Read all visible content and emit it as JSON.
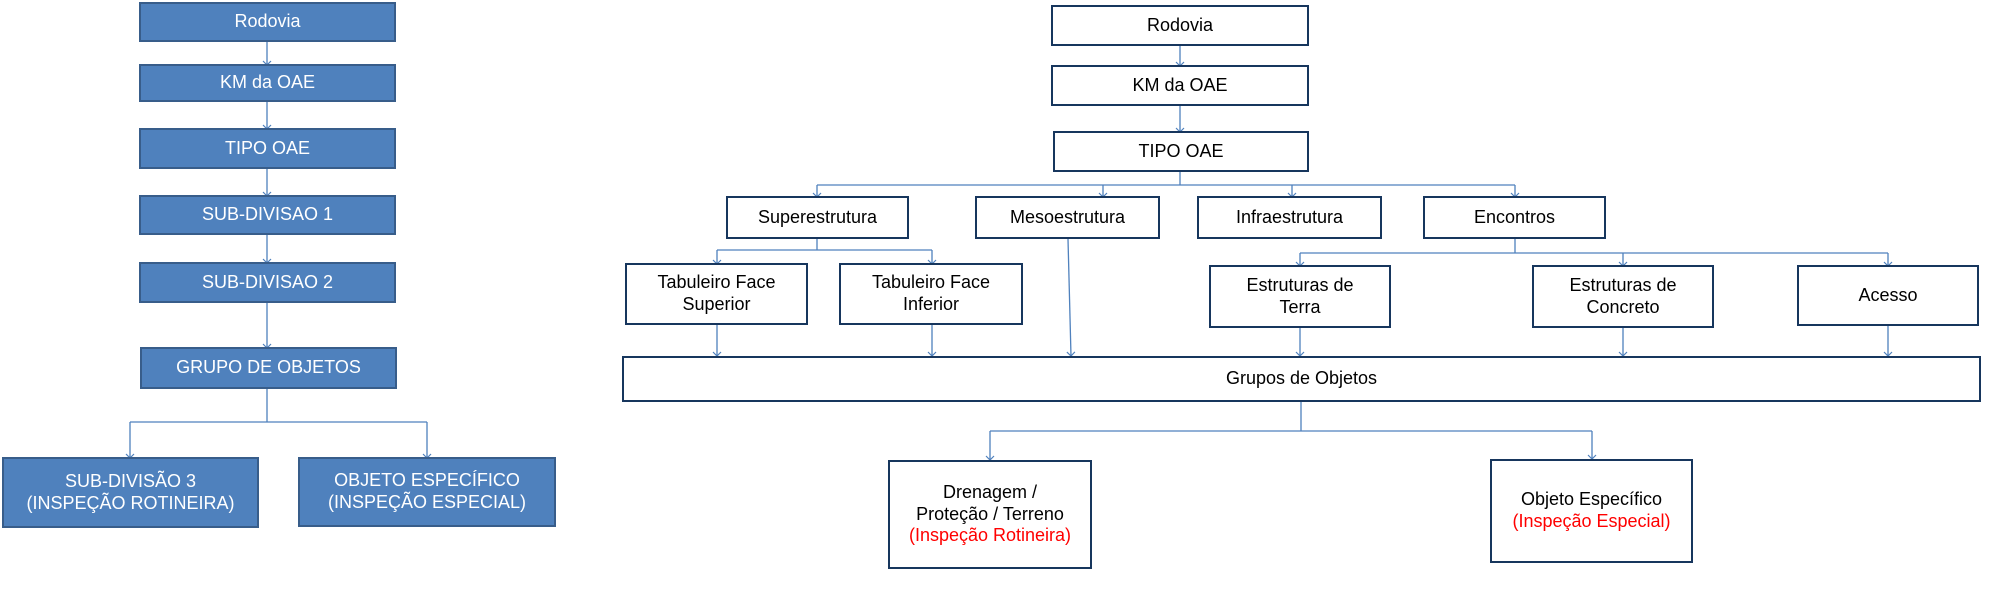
{
  "left_tree": {
    "rodovia": "Rodovia",
    "km": "KM da OAE",
    "tipo": "TIPO OAE",
    "subdiv1": "SUB-DIVISAO 1",
    "subdiv2": "SUB-DIVISAO 2",
    "grupo": "GRUPO DE OBJETOS",
    "subdiv3_line1": "SUB-DIVISÃO 3",
    "subdiv3_line2": "(INSPEÇÃO ROTINEIRA)",
    "objeto_line1": "OBJETO ESPECÍFICO",
    "objeto_line2": "(INSPEÇÃO ESPECIAL)"
  },
  "right_tree": {
    "rodovia": "Rodovia",
    "km": "KM da OAE",
    "tipo": "TIPO OAE",
    "superestrutura": "Superestrutura",
    "mesoestrutura": "Mesoestrutura",
    "infraestrutura": "Infraestrutura",
    "encontros": "Encontros",
    "tab_superior_line1": "Tabuleiro Face",
    "tab_superior_line2": "Superior",
    "tab_inferior_line1": "Tabuleiro Face",
    "tab_inferior_line2": "Inferior",
    "est_terra_line1": "Estruturas de",
    "est_terra_line2": "Terra",
    "est_concreto_line1": "Estruturas de",
    "est_concreto_line2": "Concreto",
    "acesso": "Acesso",
    "grupos": "Grupos de Objetos",
    "drenagem_line1": "Drenagem /",
    "drenagem_line2": "Proteção / Terreno",
    "drenagem_line3": "(Inspeção Rotineira)",
    "objeto_line1": "Objeto Específico",
    "objeto_line2": "(Inspeção Especial)"
  },
  "colors": {
    "left_fill": "#4f81bd",
    "left_border": "#385d8a",
    "right_border": "#17365d",
    "connector": "#4f81bd",
    "highlight_text": "#ff0000"
  }
}
